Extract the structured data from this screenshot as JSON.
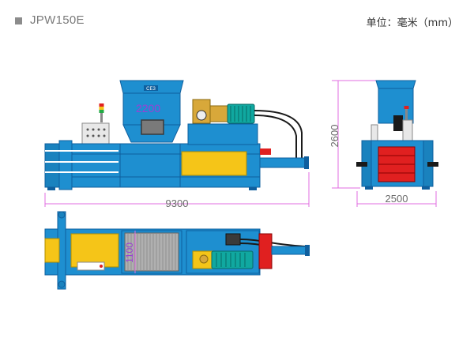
{
  "header": {
    "model": "JPW150E",
    "unit": "单位：毫米（mm）"
  },
  "dimensions": {
    "front_height": "2200",
    "front_length": "9300",
    "side_height": "2600",
    "side_width": "2500",
    "top_width": "1100"
  },
  "badge_text": "CE3",
  "colors": {
    "frame_blue": "#1e8fd0",
    "dark_blue": "#0f5f9e",
    "yellow": "#f5c518",
    "red": "#e02020",
    "dim_line": "#e06ee0",
    "dim_text": "#6b6b6b",
    "purple_text": "#9b3fd4",
    "motor_teal": "#10a8a0"
  }
}
